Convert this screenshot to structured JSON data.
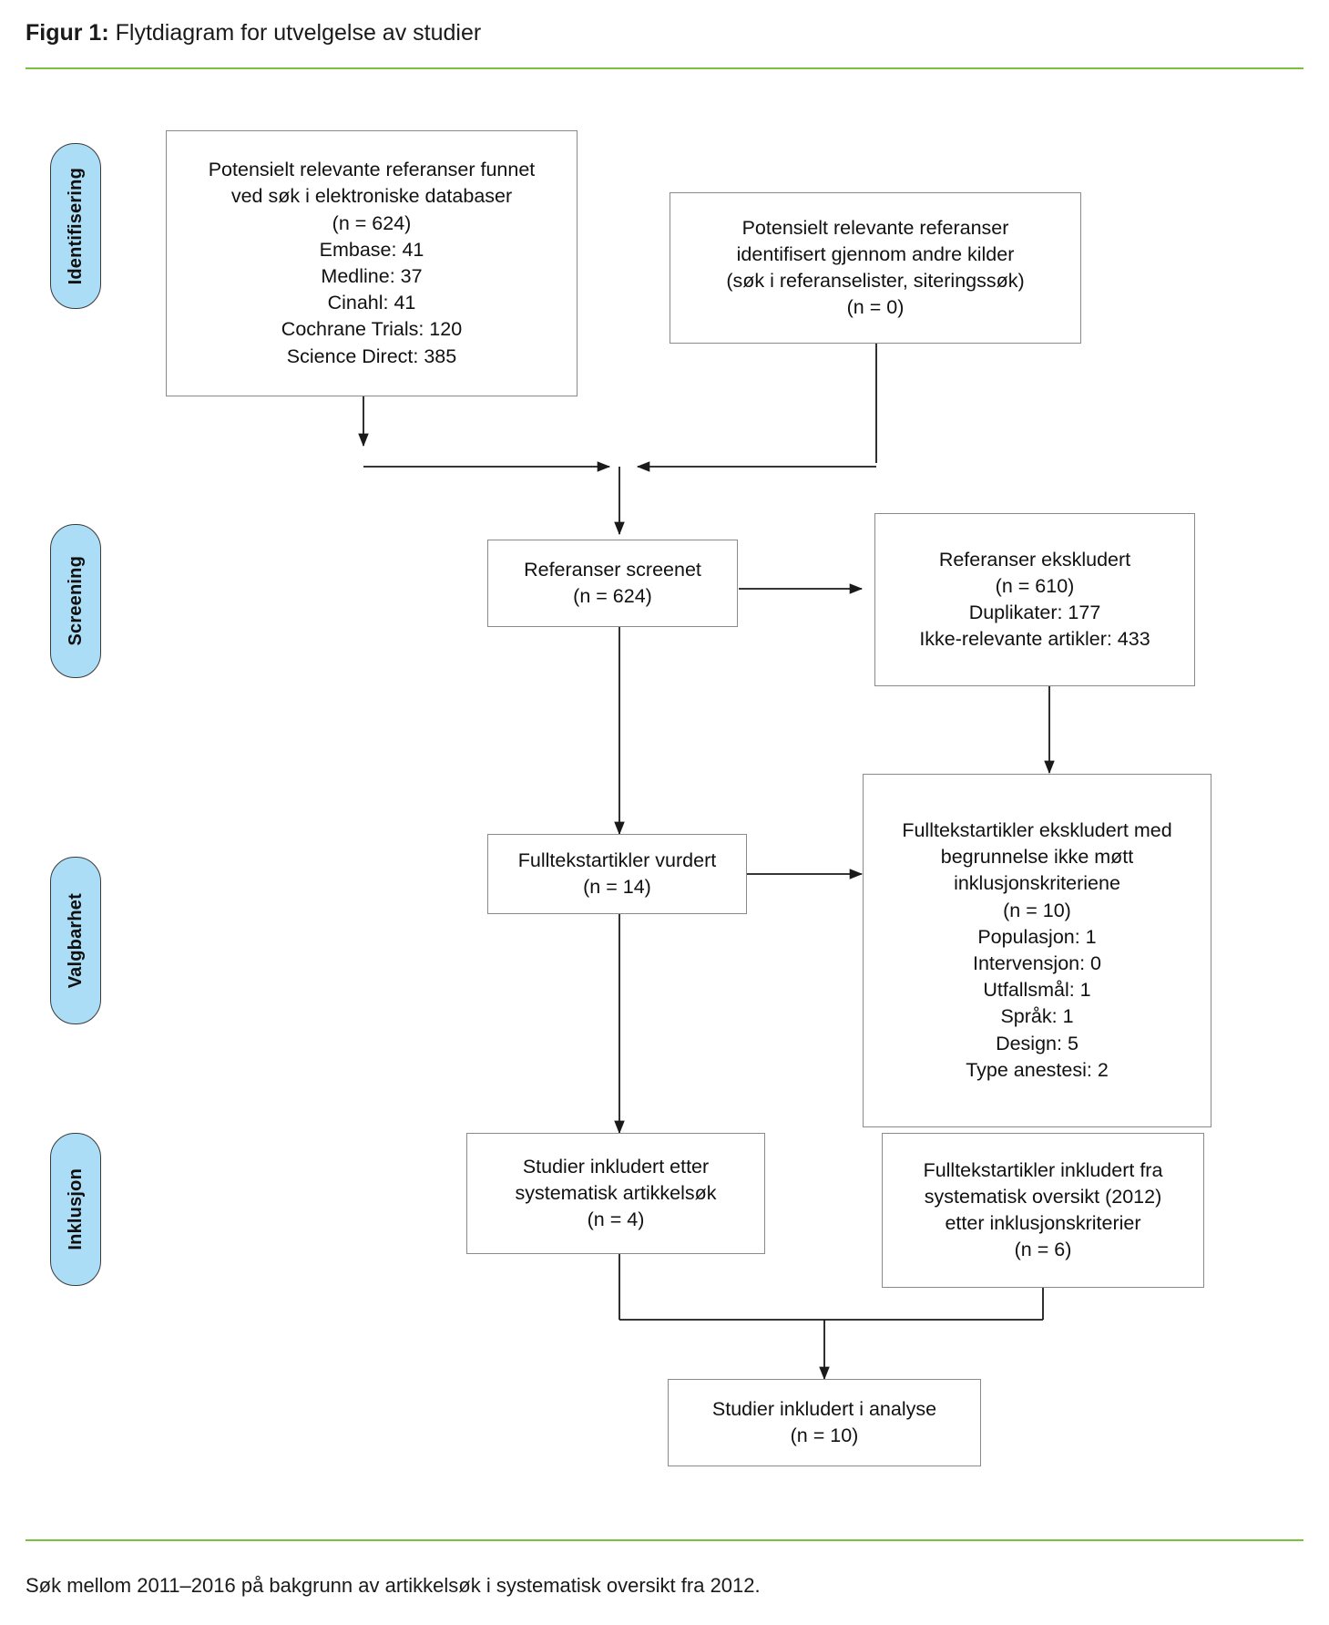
{
  "header": {
    "label": "Figur 1:",
    "title": " Flytdiagram for utvelgelse av studier"
  },
  "footer": {
    "caption": "Søk mellom 2011–2016 på bakgrunn av artikkelsøk i systematisk oversikt fra 2012."
  },
  "colors": {
    "accent_rule": "#7ac143",
    "stage_pill_fill": "#ABDDF7",
    "box_border": "#8a8a8a",
    "connector": "#1a1a1a"
  },
  "stages": [
    {
      "id": "identifisering",
      "label": "Identifisering"
    },
    {
      "id": "screening",
      "label": "Screening"
    },
    {
      "id": "valgbarhet",
      "label": "Valgbarhet"
    },
    {
      "id": "inklusjon",
      "label": "Inklusjon"
    }
  ],
  "boxes": {
    "databases": {
      "lines": [
        "Potensielt relevante referanser funnet",
        "ved søk i elektroniske databaser",
        "(n = 624)",
        "Embase: 41",
        "Medline: 37",
        "Cinahl: 41",
        "Cochrane Trials: 120",
        "Science Direct: 385"
      ]
    },
    "other_sources": {
      "lines": [
        "Potensielt relevante referanser",
        "identifisert gjennom andre kilder",
        "(søk i referanselister, siteringssøk)",
        "(n = 0)"
      ]
    },
    "screened": {
      "lines": [
        "Referanser screenet",
        "(n = 624)"
      ]
    },
    "excluded_refs": {
      "lines": [
        "Referanser ekskludert",
        "(n = 610)",
        "Duplikater: 177",
        "Ikke-relevante artikler: 433"
      ]
    },
    "fulltext_assessed": {
      "lines": [
        "Fulltekstartikler vurdert",
        "(n = 14)"
      ]
    },
    "fulltext_excluded": {
      "lines": [
        "Fulltekstartikler ekskludert med",
        "begrunnelse ikke møtt",
        "inklusjonskriteriene",
        "(n = 10)",
        "Populasjon: 1",
        "Intervensjon: 0",
        "Utfallsmål: 1",
        "Språk: 1",
        "Design: 5",
        "Type anestesi: 2"
      ]
    },
    "included_search": {
      "lines": [
        "Studier inkludert etter",
        "systematisk artikkelsøk",
        "(n = 4)"
      ]
    },
    "included_review": {
      "lines": [
        "Fulltekstartikler inkludert fra",
        "systematisk oversikt (2012)",
        "etter inklusjonskriterier",
        "(n = 6)"
      ]
    },
    "included_analysis": {
      "lines": [
        "Studier inkludert i analyse",
        "(n = 10)"
      ]
    }
  },
  "chart_data": {
    "type": "diagram",
    "title": "Flytdiagram for utvelgelse av studier",
    "nodes": [
      {
        "id": "databases",
        "stage": "Identifisering",
        "n": 624,
        "breakdown": {
          "Embase": 41,
          "Medline": 37,
          "Cinahl": 41,
          "Cochrane Trials": 120,
          "Science Direct": 385
        }
      },
      {
        "id": "other_sources",
        "stage": "Identifisering",
        "n": 0
      },
      {
        "id": "screened",
        "stage": "Screening",
        "n": 624
      },
      {
        "id": "excluded_refs",
        "stage": "Screening",
        "n": 610,
        "breakdown": {
          "Duplikater": 177,
          "Ikke-relevante artikler": 433
        }
      },
      {
        "id": "fulltext_assessed",
        "stage": "Valgbarhet",
        "n": 14
      },
      {
        "id": "fulltext_excluded",
        "stage": "Valgbarhet",
        "n": 10,
        "breakdown": {
          "Populasjon": 1,
          "Intervensjon": 0,
          "Utfallsmål": 1,
          "Språk": 1,
          "Design": 5,
          "Type anestesi": 2
        }
      },
      {
        "id": "included_search",
        "stage": "Inklusjon",
        "n": 4
      },
      {
        "id": "included_review",
        "stage": "Inklusjon",
        "n": 6
      },
      {
        "id": "included_analysis",
        "stage": "Inklusjon",
        "n": 10
      }
    ],
    "edges": [
      {
        "from": "databases",
        "to": "screened"
      },
      {
        "from": "other_sources",
        "to": "screened"
      },
      {
        "from": "screened",
        "to": "excluded_refs"
      },
      {
        "from": "screened",
        "to": "fulltext_assessed"
      },
      {
        "from": "excluded_refs",
        "to": "fulltext_excluded"
      },
      {
        "from": "fulltext_assessed",
        "to": "fulltext_excluded"
      },
      {
        "from": "fulltext_assessed",
        "to": "included_search"
      },
      {
        "from": "included_search",
        "to": "included_analysis"
      },
      {
        "from": "included_review",
        "to": "included_analysis"
      }
    ]
  }
}
